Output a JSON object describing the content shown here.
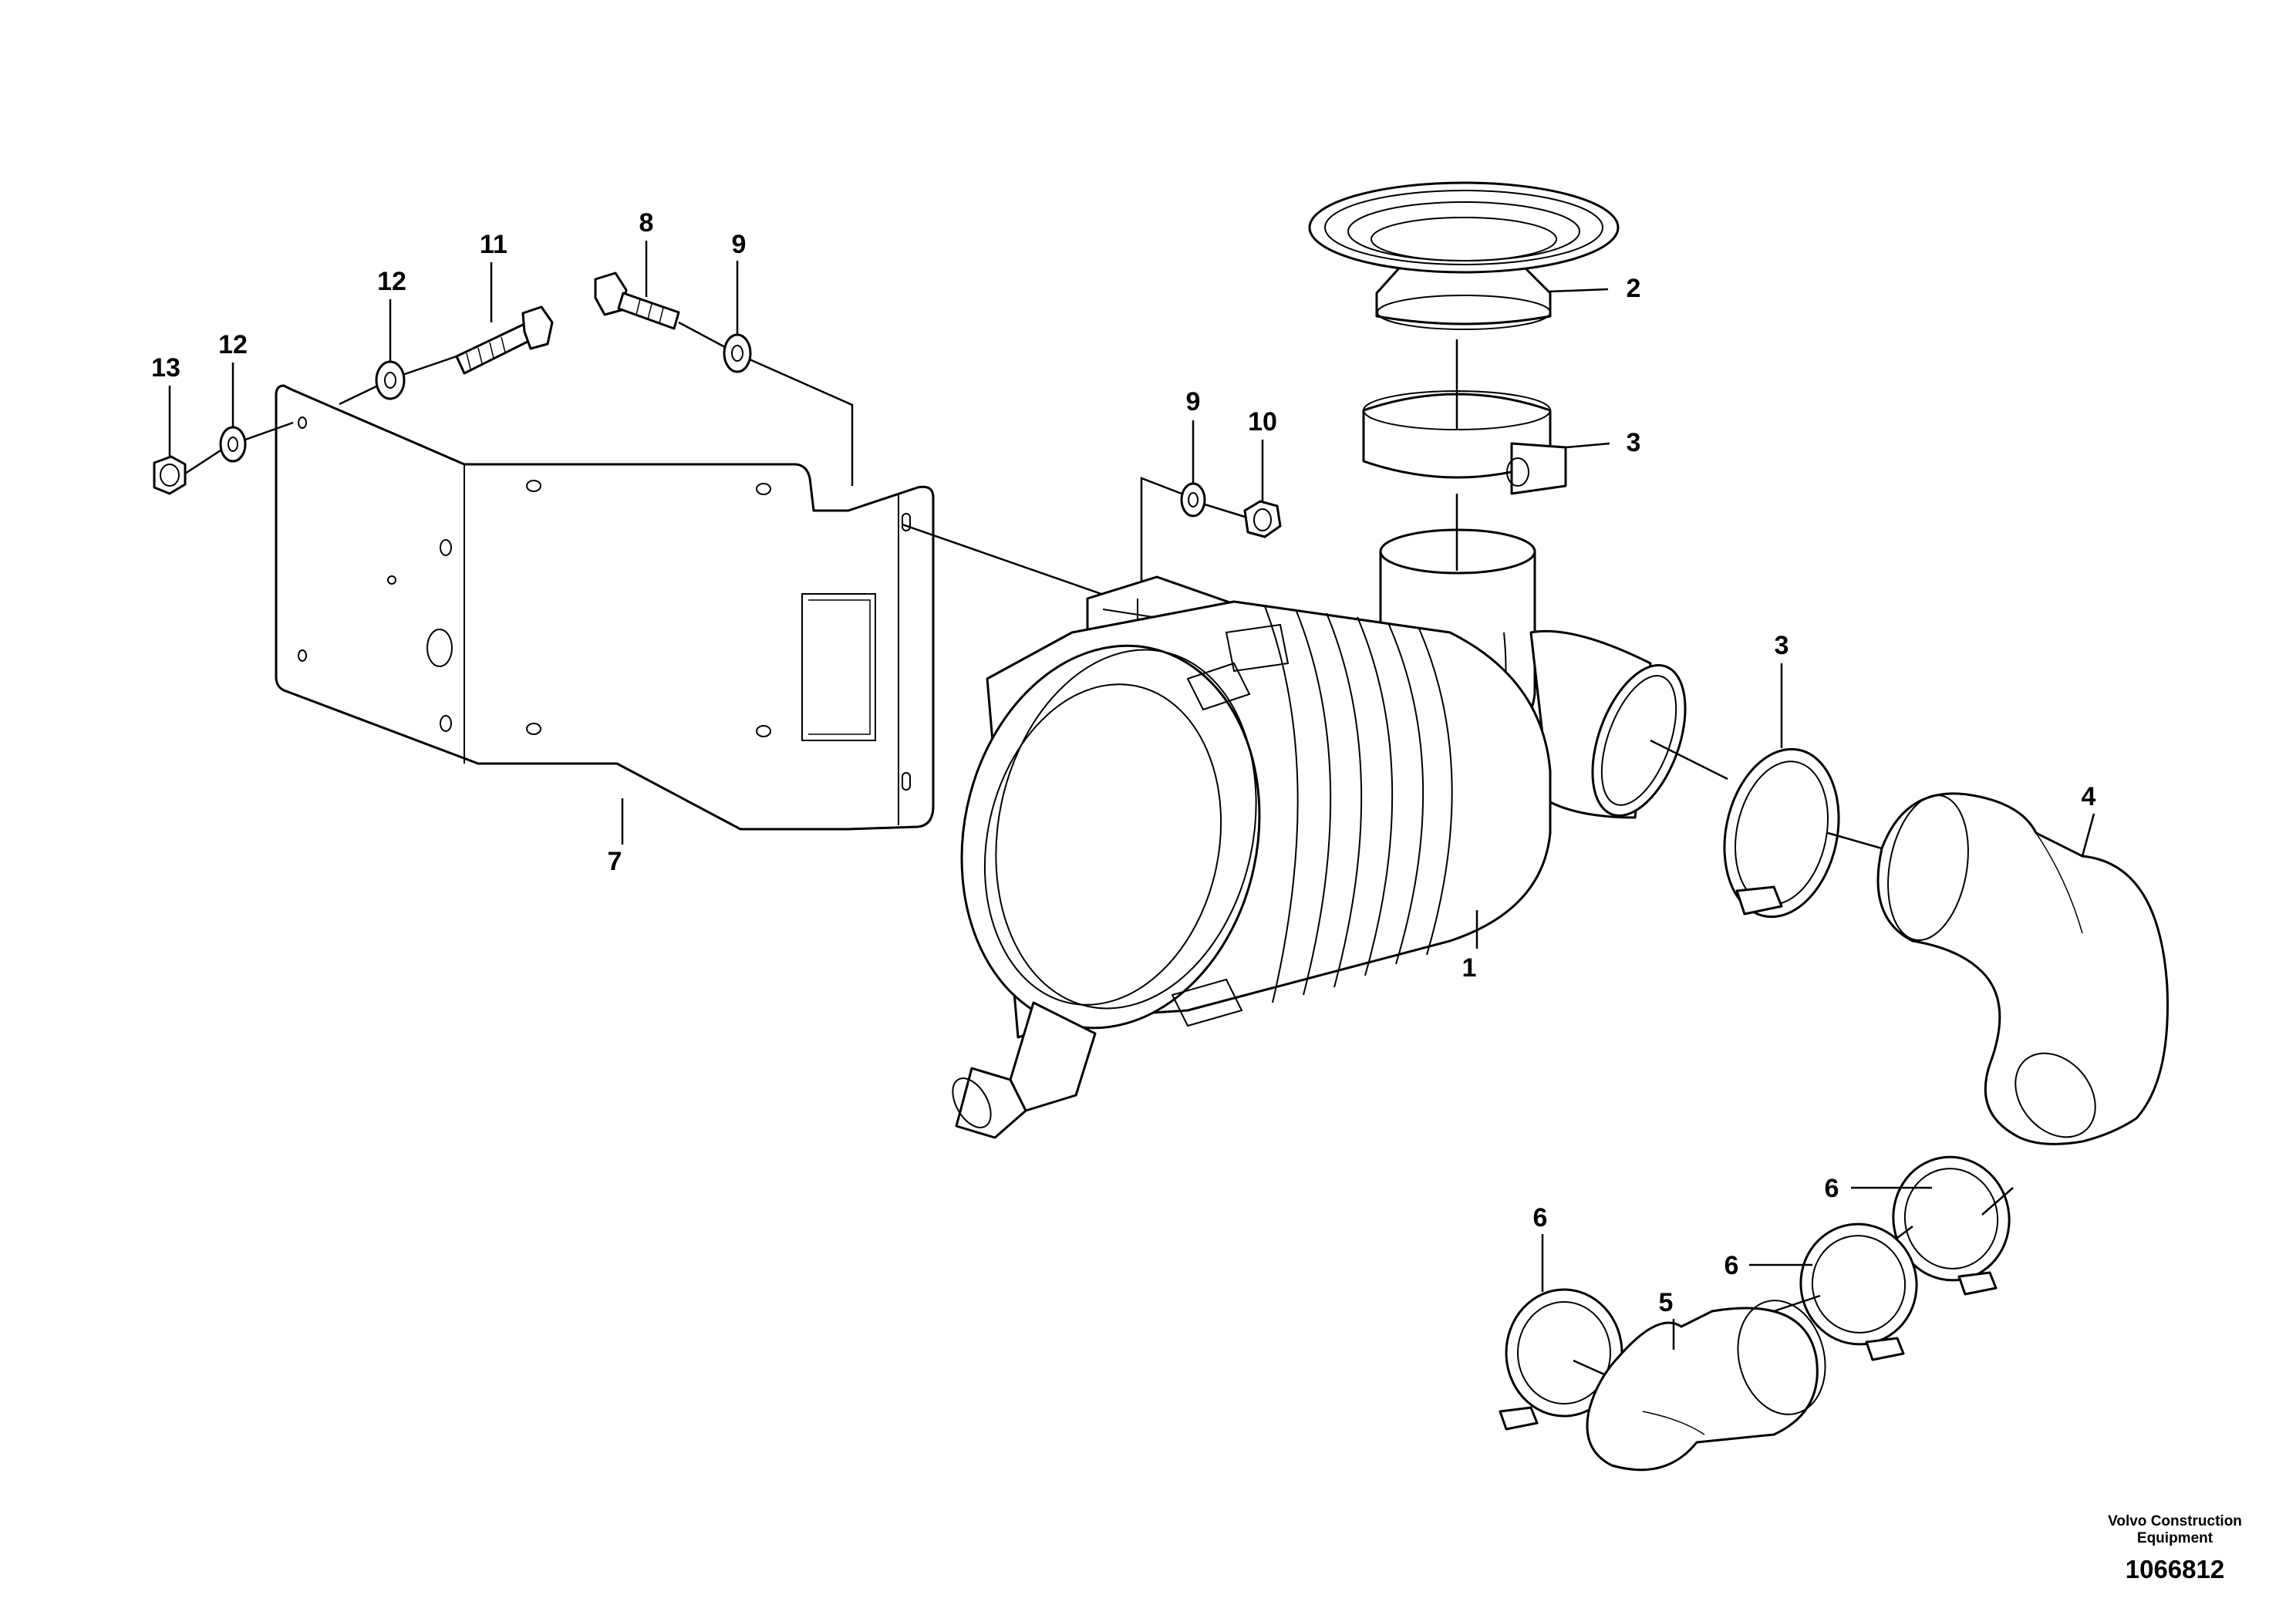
{
  "callouts": [
    {
      "id": "c13",
      "label": "13"
    },
    {
      "id": "c12a",
      "label": "12"
    },
    {
      "id": "c12b",
      "label": "12"
    },
    {
      "id": "c11",
      "label": "11"
    },
    {
      "id": "c8",
      "label": "8"
    },
    {
      "id": "c9a",
      "label": "9"
    },
    {
      "id": "c9b",
      "label": "9"
    },
    {
      "id": "c10",
      "label": "10"
    },
    {
      "id": "c7",
      "label": "7"
    },
    {
      "id": "c2",
      "label": "2"
    },
    {
      "id": "c3a",
      "label": "3"
    },
    {
      "id": "c3b",
      "label": "3"
    },
    {
      "id": "c4",
      "label": "4"
    },
    {
      "id": "c1",
      "label": "1"
    },
    {
      "id": "c6a",
      "label": "6"
    },
    {
      "id": "c6b",
      "label": "6"
    },
    {
      "id": "c6c",
      "label": "6"
    },
    {
      "id": "c5",
      "label": "5"
    }
  ],
  "footer": {
    "maker_line1": "Volvo Construction",
    "maker_line2": "Equipment",
    "ref_number": "1066812"
  }
}
